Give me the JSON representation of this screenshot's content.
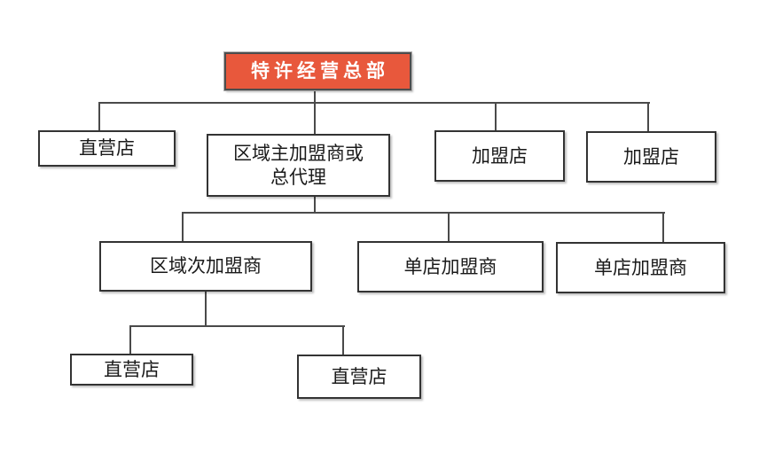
{
  "diagram": {
    "type": "org-tree",
    "description": "franchise-system-structure-chart"
  },
  "nodes": {
    "hq": {
      "label": "特许经营总部"
    },
    "direct_store_a": {
      "label": "直营店"
    },
    "regional_master": {
      "label": "区域主加盟商或\n总代理"
    },
    "franchise_store_a": {
      "label": "加盟店"
    },
    "franchise_store_b": {
      "label": "加盟店"
    },
    "regional_sub": {
      "label": "区域次加盟商"
    },
    "single_store_a": {
      "label": "单店加盟商"
    },
    "single_store_b": {
      "label": "单店加盟商"
    },
    "direct_store_b": {
      "label": "直营店"
    },
    "direct_store_c": {
      "label": "直营店"
    }
  },
  "edges": [
    {
      "from": "hq",
      "to": "direct_store_a"
    },
    {
      "from": "hq",
      "to": "regional_master"
    },
    {
      "from": "hq",
      "to": "franchise_store_a"
    },
    {
      "from": "hq",
      "to": "franchise_store_b"
    },
    {
      "from": "regional_master",
      "to": "regional_sub"
    },
    {
      "from": "regional_master",
      "to": "single_store_a"
    },
    {
      "from": "regional_master",
      "to": "single_store_b"
    },
    {
      "from": "regional_sub",
      "to": "direct_store_b"
    },
    {
      "from": "regional_sub",
      "to": "direct_store_c"
    }
  ],
  "colors": {
    "background": "#ffffff",
    "hq_fill": "#e8583c",
    "hq_text": "#ffffff",
    "hq_border": "#4d4d4d",
    "node_fill": "#ffffff",
    "node_border": "#333333",
    "node_text": "#1a1a1a",
    "connector": "#4a4a4a"
  }
}
